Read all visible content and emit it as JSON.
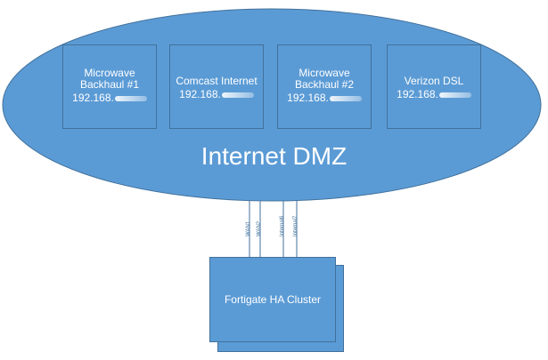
{
  "diagram": {
    "zone_title": "Internet DMZ",
    "nodes": [
      {
        "label_line1": "Microwave",
        "label_line2": "Backhaul #1",
        "ip": "192.168."
      },
      {
        "label_line1": "Comcast Internet",
        "label_line2": "",
        "ip": "192.168."
      },
      {
        "label_line1": "Microwave",
        "label_line2": "Backhaul #2",
        "ip": "192.168."
      },
      {
        "label_line1": "Verizon DSL",
        "label_line2": "",
        "ip": "192.168."
      }
    ],
    "links": [
      {
        "label": "WAN1"
      },
      {
        "label": "WAN2"
      },
      {
        "label": "Internal6"
      },
      {
        "label": "Internal7"
      }
    ],
    "cluster": {
      "label": "Fortigate HA Cluster"
    },
    "colors": {
      "fill": "#5b9bd5",
      "stroke": "#41719c",
      "text": "#ffffff"
    }
  }
}
